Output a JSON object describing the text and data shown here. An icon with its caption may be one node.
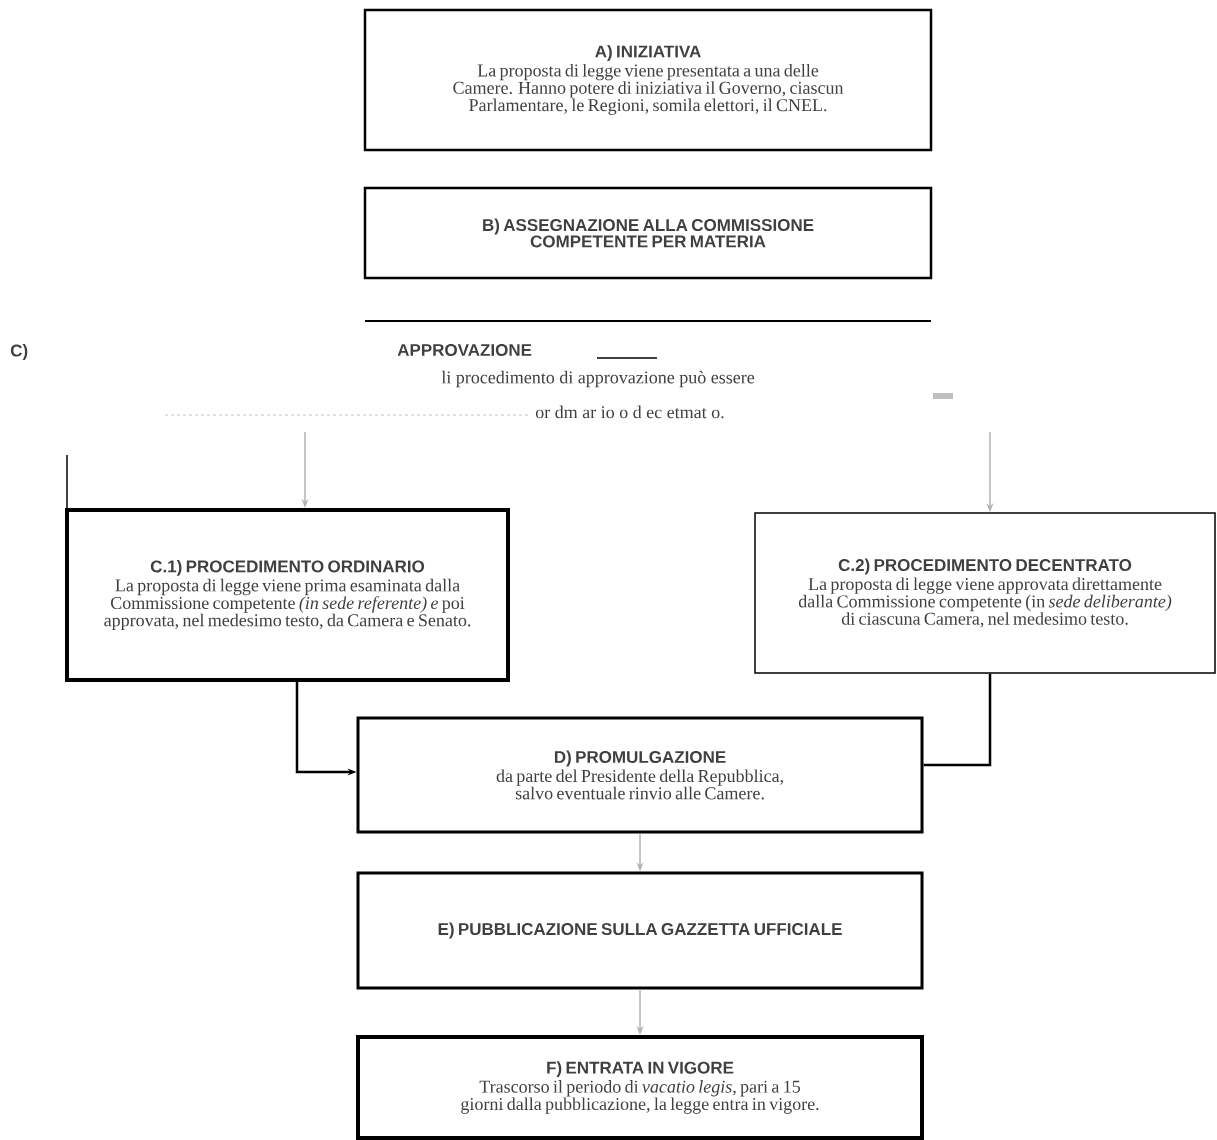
{
  "diagram": {
    "nodes": [
      {
        "text": [
          "A) INIZIATIVA",
          "La proposta di legge viene presentata a una delle Camere. Hanno potere di iniziativa il Governo, ciascun Parlamentare, le Regioni, somila elettori, il CNEL."
        ]
      },
      {
        "text": [
          "B) ASSEGNAZIONE ALLA COMMISSIONE COMPETENTE PER MATERIA"
        ]
      },
      {
        "text": [
          "C)",
          "APPROVAZIONE",
          "li procedimento di approvazione può essere",
          "or dm ar io o d ec etmat o."
        ]
      },
      {
        "text": [
          "C.1) PROCEDIMENTO ORDINARIO",
          "La proposta di legge viene prima esaminata dalla Commissione competente *(in sede referente) e* poi approvata, nel medesimo testo, da Camera e Senato."
        ]
      },
      {
        "text": [
          "C.2) PROCEDIMENTO DECENTRATO",
          "La proposta di legge viene approvata direttamente dalla Commissione competente (in *sede deliberante)* di ciascuna Camera, nel medesimo testo."
        ]
      },
      {
        "text": [
          "D) PROMULGAZIONE",
          "da parte del Presidente della Repubblica, salvo eventuale rinvio alle Camere."
        ]
      },
      {
        "text": [
          "E) PUBBLICAZIONE SULLA GAZZETTA UFFICIALE"
        ]
      },
      {
        "text": [
          "F) ENTRATA IN VIGORE",
          "Trascorso il periodo di *vacatio legis,* pari a 15 giorni dalla pubblicazione, la legge entra in vigore."
        ]
      }
    ],
    "edges": [
      {
        "from": 2,
        "to": 3,
        "arrow": "to"
      },
      {
        "from": 2,
        "to": 4,
        "arrow": "to"
      },
      {
        "from": 3,
        "to": 5,
        "arrow": "to",
        "color": "#000000"
      },
      {
        "from": 4,
        "to": 5,
        "arrow": "none",
        "color": "#000000"
      },
      {
        "from": 5,
        "to": 6,
        "arrow": "to"
      },
      {
        "from": 6,
        "to": 7,
        "arrow": "to"
      }
    ]
  }
}
